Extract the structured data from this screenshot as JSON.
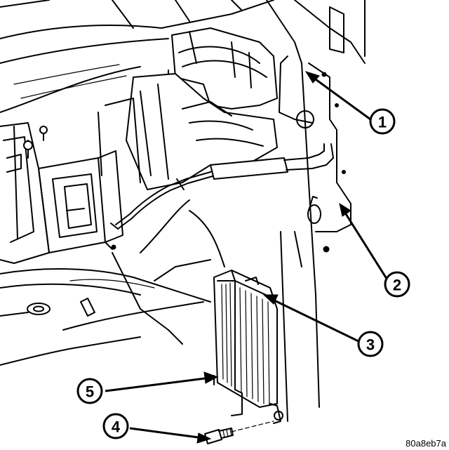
{
  "callouts": [
    {
      "id": "1",
      "label": "1"
    },
    {
      "id": "2",
      "label": "2"
    },
    {
      "id": "3",
      "label": "3"
    },
    {
      "id": "4",
      "label": "4"
    },
    {
      "id": "5",
      "label": "5"
    }
  ],
  "figure_code": "80a8eb7a",
  "colors": {
    "ink": "#000000",
    "paper": "#ffffff"
  }
}
